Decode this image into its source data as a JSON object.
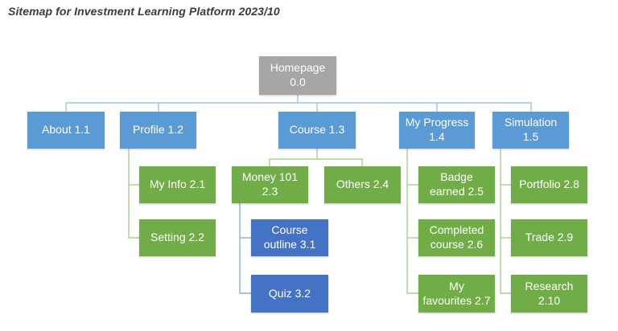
{
  "title": "Sitemap for Investment Learning Platform 2023/10",
  "colors": {
    "root_gray": "#a6a6a6",
    "level1_blue": "#5b9bd5",
    "level2_green": "#70ad47",
    "level3_blue": "#4472c4",
    "connector_blue": "#9dc3e6",
    "connector_green": "#a9d18e",
    "connector_indigo": "#8faadc",
    "node_text": "#ffffff"
  },
  "nodes": {
    "homepage": {
      "lines": [
        "Homepage",
        "0.0"
      ]
    },
    "about": {
      "lines": [
        "About 1.1"
      ]
    },
    "profile": {
      "lines": [
        "Profile 1.2"
      ]
    },
    "course": {
      "lines": [
        "Course 1.3"
      ]
    },
    "my_progress": {
      "lines": [
        "My Progress",
        "1.4"
      ]
    },
    "simulation": {
      "lines": [
        "Simulation",
        "1.5"
      ]
    },
    "my_info": {
      "lines": [
        "My Info 2.1"
      ]
    },
    "setting": {
      "lines": [
        "Setting 2.2"
      ]
    },
    "money101": {
      "lines": [
        "Money 101",
        "2.3"
      ]
    },
    "others": {
      "lines": [
        "Others 2.4"
      ]
    },
    "badge_earned": {
      "lines": [
        "Badge",
        "earned 2.5"
      ]
    },
    "completed": {
      "lines": [
        "Completed",
        "course 2.6"
      ]
    },
    "favourites": {
      "lines": [
        "My",
        "favourites 2.7"
      ]
    },
    "portfolio": {
      "lines": [
        "Portfolio 2.8"
      ]
    },
    "trade": {
      "lines": [
        "Trade 2.9"
      ]
    },
    "research": {
      "lines": [
        "Research",
        "2.10"
      ]
    },
    "course_outline": {
      "lines": [
        "Course",
        "outline 3.1"
      ]
    },
    "quiz": {
      "lines": [
        "Quiz 3.2"
      ]
    }
  }
}
